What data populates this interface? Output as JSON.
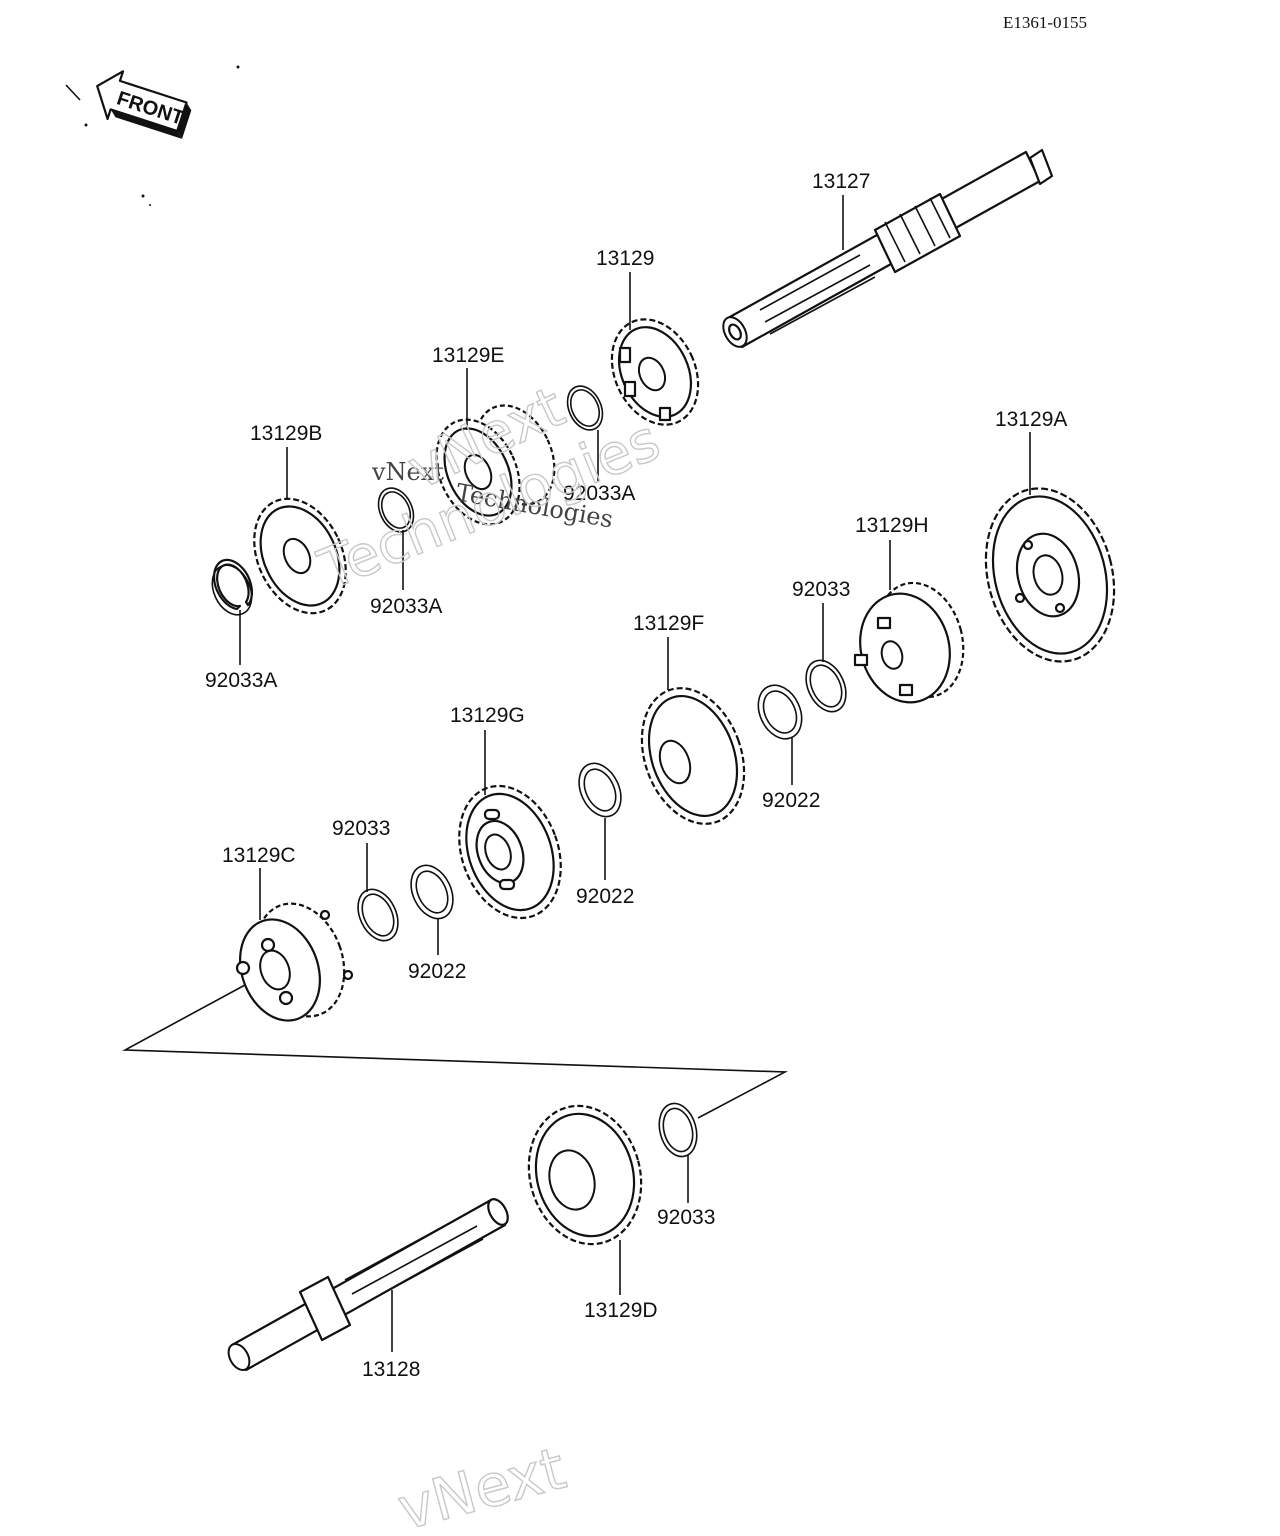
{
  "diagram": {
    "ref_code": "E1361-0155",
    "front_arrow_label": "FRONT",
    "watermark": {
      "brand": "vNext",
      "tagline": "Technologies"
    },
    "parts": [
      {
        "id": "13127",
        "label": "13127",
        "kind": "shaft"
      },
      {
        "id": "13129",
        "label": "13129",
        "kind": "gear"
      },
      {
        "id": "13129E",
        "label": "13129E",
        "kind": "gear"
      },
      {
        "id": "13129B",
        "label": "13129B",
        "kind": "gear"
      },
      {
        "id": "13129A",
        "label": "13129A",
        "kind": "gear"
      },
      {
        "id": "13129H",
        "label": "13129H",
        "kind": "gear"
      },
      {
        "id": "13129F",
        "label": "13129F",
        "kind": "gear"
      },
      {
        "id": "13129G",
        "label": "13129G",
        "kind": "gear"
      },
      {
        "id": "13129C",
        "label": "13129C",
        "kind": "gear"
      },
      {
        "id": "13129D",
        "label": "13129D",
        "kind": "gear"
      },
      {
        "id": "13128",
        "label": "13128",
        "kind": "shaft"
      },
      {
        "id": "92033A-1",
        "label": "92033A",
        "kind": "circlip"
      },
      {
        "id": "92033A-2",
        "label": "92033A",
        "kind": "circlip"
      },
      {
        "id": "92033A-3",
        "label": "92033A",
        "kind": "circlip"
      },
      {
        "id": "92033-1",
        "label": "92033",
        "kind": "circlip"
      },
      {
        "id": "92033-2",
        "label": "92033",
        "kind": "circlip"
      },
      {
        "id": "92033-3",
        "label": "92033",
        "kind": "circlip"
      },
      {
        "id": "92022-1",
        "label": "92022",
        "kind": "washer"
      },
      {
        "id": "92022-2",
        "label": "92022",
        "kind": "washer"
      },
      {
        "id": "92022-3",
        "label": "92022",
        "kind": "washer"
      }
    ]
  }
}
